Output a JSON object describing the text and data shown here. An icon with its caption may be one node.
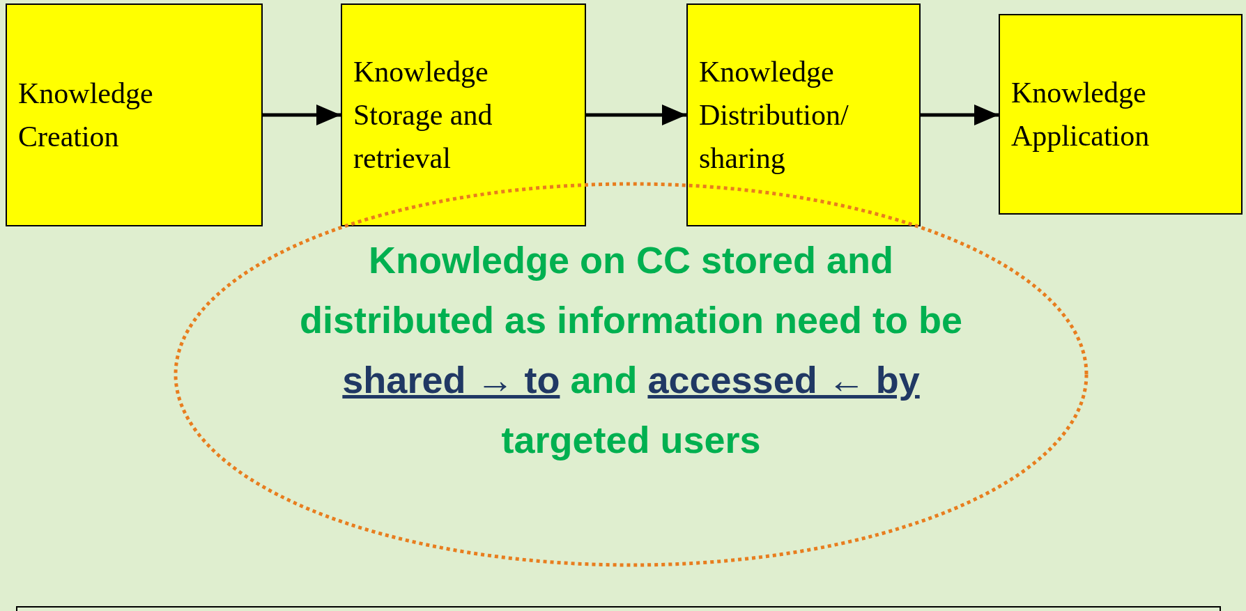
{
  "diagram": {
    "nodes": [
      {
        "text": [
          "Knowledge Creation"
        ]
      },
      {
        "text": [
          "Knowledge Storage and retrieval"
        ]
      },
      {
        "text": [
          "Knowledge Distribution/ sharing"
        ]
      },
      {
        "text": [
          "Knowledge Application"
        ]
      },
      {
        "text": [
          "Knowledge on CC stored and distributed as information need to be",
          "shared → to",
          "and",
          "accessed ← by",
          "targeted users"
        ]
      },
      {
        "text": [],
        "shape": "box"
      }
    ],
    "edges": [
      {
        "from": 0,
        "to": 1,
        "arrow": "to"
      },
      {
        "from": 1,
        "to": 2,
        "arrow": "to"
      },
      {
        "from": 2,
        "to": 3,
        "arrow": "to"
      }
    ]
  }
}
